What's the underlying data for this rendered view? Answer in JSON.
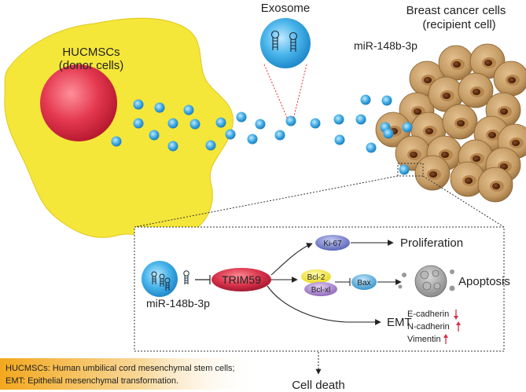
{
  "donor": {
    "line1": "HUCMSCs",
    "line2": "(donor cells)"
  },
  "exosome": {
    "label": "Exosome"
  },
  "recipient": {
    "line1": "Breast cancer cells",
    "line2": "(recipient cell)",
    "mirna_label": "miR-148b-3p"
  },
  "pathway": {
    "mirna_label": "miR-148b-3p",
    "target": "TRIM59",
    "ki67": "Ki-67",
    "proliferation": "Proliferation",
    "bcl2": "Bcl-2",
    "bclxl": "Bcl-xl",
    "bax": "Bax",
    "apoptosis": "Apoptosis",
    "emt": "EMT",
    "markers": [
      "E-cadherin",
      "N-cadherin",
      "Vimentin"
    ]
  },
  "outcome": "Cell death",
  "legend": {
    "line1": "HUCMSCs: Human umbilical cord mesenchymal stem cells;",
    "line2": "EMT: Epithelial mesenchymal transformation."
  },
  "colors": {
    "donor_cell": "#f5e63a",
    "nucleus": "#e0304a",
    "exosome_blue": "#3aa7e0",
    "cancer_cell": "#c49a63",
    "cancer_nucleus": "#5a2a10",
    "trim59": "#d8324a",
    "ki67": "#6a74c4",
    "bcl2": "#f0e63c",
    "bclxl": "#a07ac8",
    "bax": "#4aa4d8",
    "arrow_up": "#d83040",
    "legend_gradient_start": "#f3b02a"
  }
}
